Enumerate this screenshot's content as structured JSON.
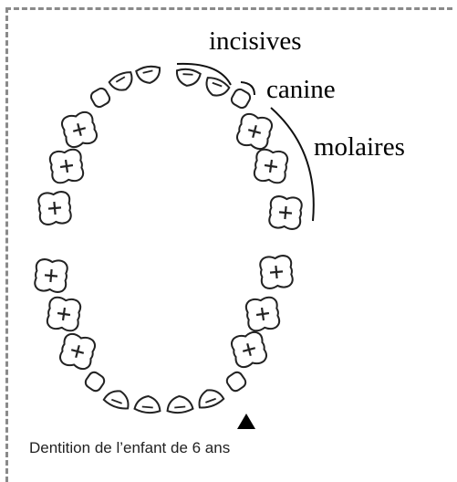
{
  "labels": {
    "incisives": "incisives",
    "canine": "canine",
    "molaires": "molaires"
  },
  "caption": "Dentition de l’enfant de 6 ans",
  "marker": {
    "icon": "triangle-up-icon",
    "color": "#000000"
  },
  "colors": {
    "line": "#222222",
    "frame": "#8a8a8a"
  }
}
